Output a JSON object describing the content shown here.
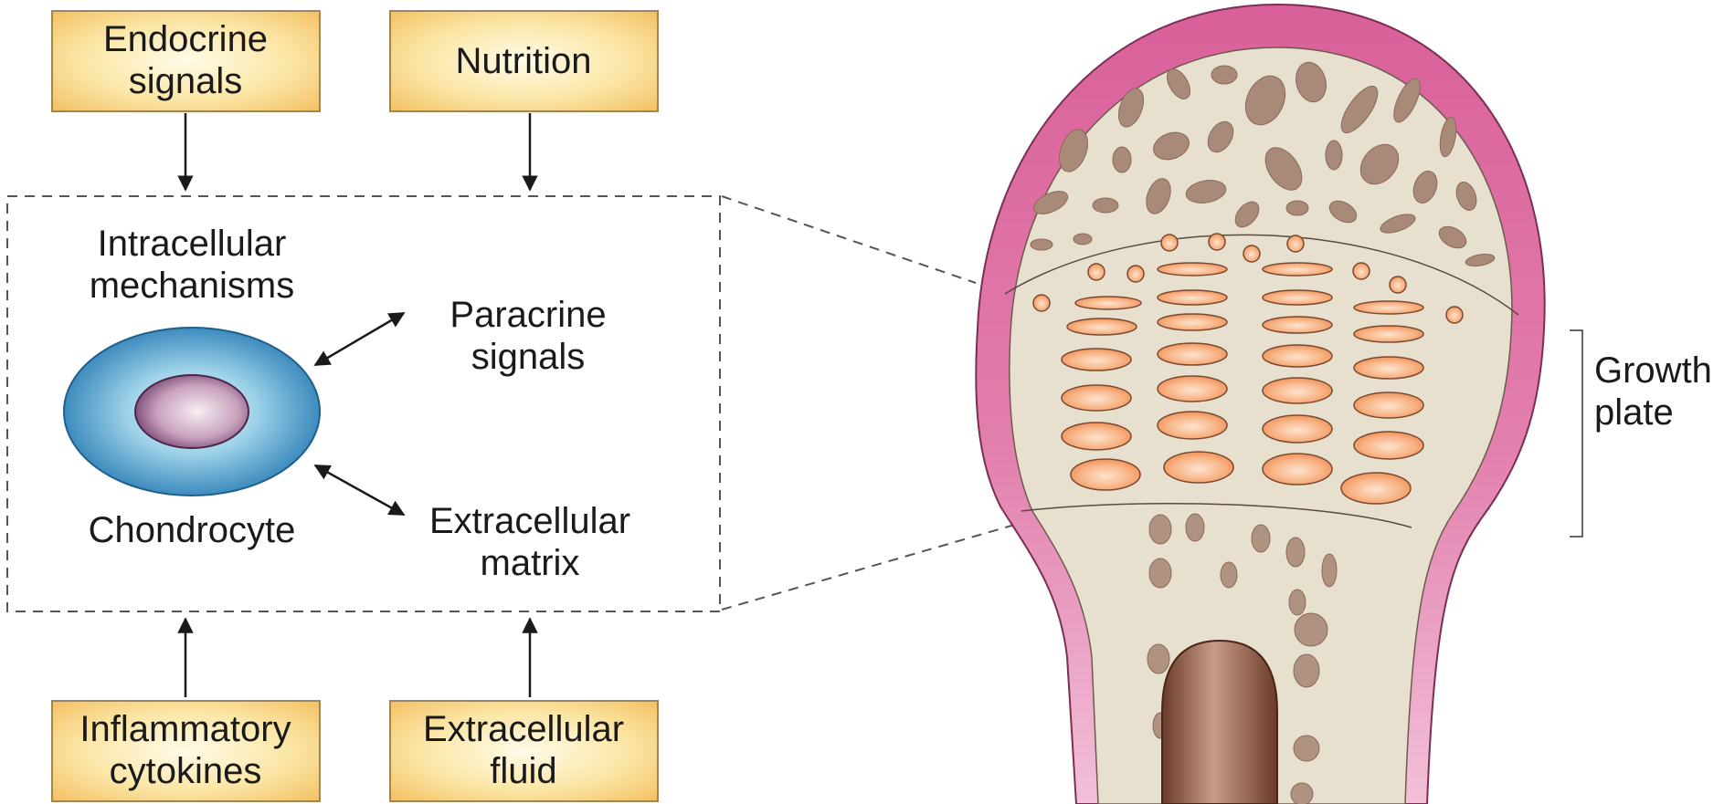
{
  "boxes": {
    "endocrine": {
      "line1": "Endocrine",
      "line2": "signals"
    },
    "nutrition": {
      "line1": "Nutrition"
    },
    "inflammatory": {
      "line1": "Inflammatory",
      "line2": "cytokines"
    },
    "extracellular_fluid": {
      "line1": "Extracellular",
      "line2": "fluid"
    }
  },
  "labels": {
    "intracellular": {
      "line1": "Intracellular",
      "line2": "mechanisms"
    },
    "paracrine": {
      "line1": "Paracrine",
      "line2": "signals"
    },
    "chondrocyte": "Chondrocyte",
    "matrix": {
      "line1": "Extracellular",
      "line2": "matrix"
    },
    "growth_plate": {
      "line1": "Growth",
      "line2": "plate"
    }
  },
  "colors": {
    "box_fill_center": "#fdf3c8",
    "box_fill_edge": "#f6cb72",
    "box_border": "#a0855a",
    "cell_outer": "#2a7fb5",
    "cell_outer_light": "#bfe2f2",
    "nucleus": "#6e3a68",
    "nucleus_light": "#f0e6ee",
    "bone_outer": "#db6f9f",
    "bone_inner": "#e9e2d2",
    "trabecular": "#a88a7a",
    "chondrocyte_fill": "#f4a06b",
    "marrow": "#7a4532"
  }
}
